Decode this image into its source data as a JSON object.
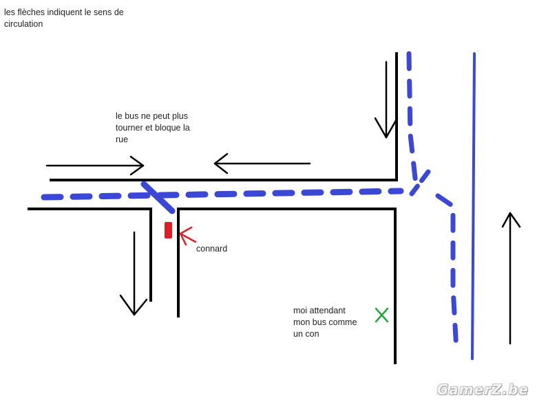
{
  "annotations": {
    "title": "les flèches indiquent le sens de\ncirculation",
    "bus_note": "le bus ne peut plus\ntourner et bloque la\nrue",
    "car_label": "connard",
    "me_label": "moi attendant\nmon bus comme\nun con"
  },
  "watermark": "GamerZ.be",
  "colors": {
    "road": "#000000",
    "bus": "#3b47d6",
    "car": "#e01d24",
    "me_marker": "#22a83a",
    "text": "#222222"
  },
  "icons": {
    "car": "red-car-mark",
    "me": "green-x-mark",
    "direction": "arrow"
  }
}
